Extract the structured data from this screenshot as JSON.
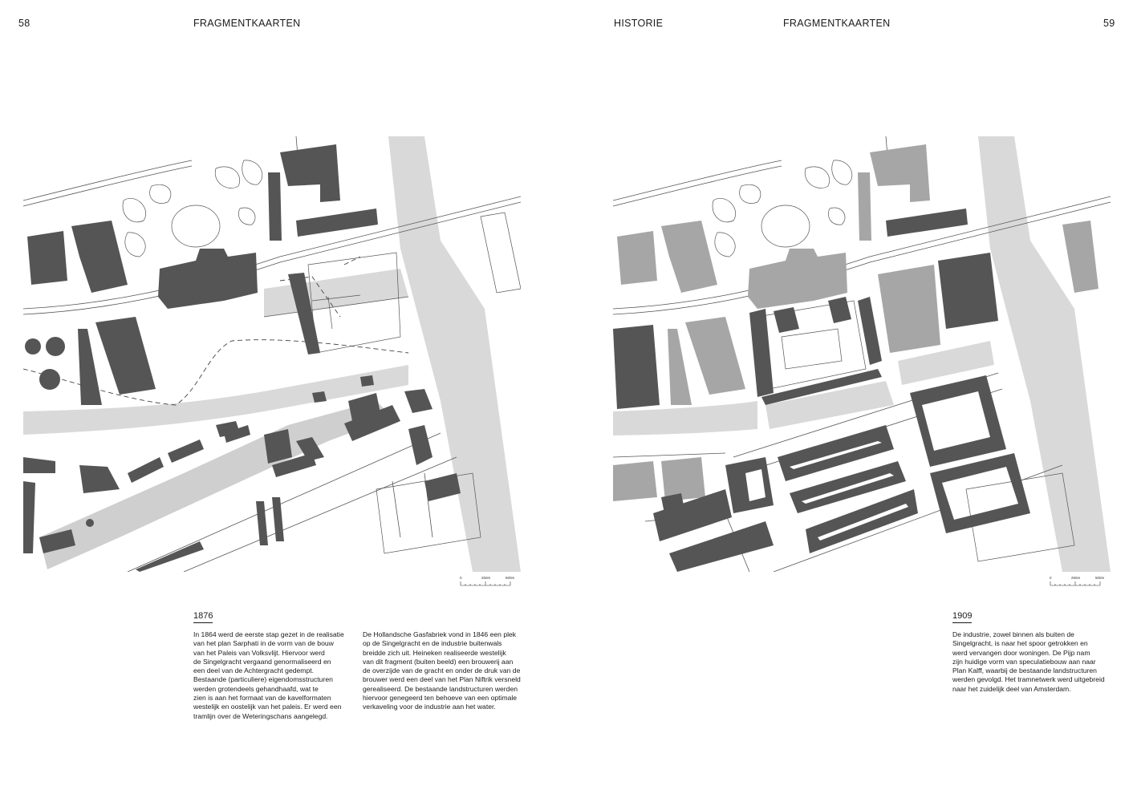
{
  "left_page": {
    "page_number": "58",
    "section_title": "FRAGMENTKAARTEN",
    "scale_bar": {
      "ticks": [
        "0",
        "250m",
        "500m"
      ]
    },
    "year": "1876",
    "text_col_1": [
      "In 1864 werd de eerste stap gezet in de realisatie",
      "van het plan Sarphati in de vorm van de bouw",
      "van het Paleis van Volksvlijt. Hiervoor werd",
      "de Singelgracht vergaand genormaliseerd en",
      "een deel van de Achtergracht gedempt.",
      "Bestaande (particuliere) eigendomsstructuren",
      "werden grotendeels gehandhaafd, wat te",
      "zien is aan het formaat van de kavelformaten",
      "westelijk en oostelijk van het paleis. Er werd een",
      "tramlijn over de Weteringschans aangelegd."
    ],
    "text_col_2": [
      "De Hollandsche Gasfabriek vond in 1846 een plek",
      "op de Singelgracht en de industrie buitenwals",
      "breidde zich uit. Heineken realiseerde westelijk",
      "van dit fragment (buiten beeld) een brouwerij aan",
      "de overzijde van de gracht en onder de druk van de",
      "brouwer werd een deel van het Plan Niftrik versneld",
      "gerealiseerd. De bestaande landstructuren werden",
      "hiervoor genegeerd ten behoeve van een optimale",
      "verkaveling voor de industrie aan het water."
    ]
  },
  "right_page": {
    "chapter_title": "HISTORIE",
    "section_title": "FRAGMENTKAARTEN",
    "page_number": "59",
    "scale_bar": {
      "ticks": [
        "0",
        "250m",
        "500m"
      ]
    },
    "year": "1909",
    "text_col_1": [
      "De industrie, zowel binnen als buiten de",
      "Singelgracht, is naar het spoor getrokken en",
      "werd vervangen door woningen. De Pijp nam",
      "zijn huidige vorm van speculatiebouw aan naar",
      "Plan Kalff, waarbij de bestaande landstructuren",
      "werden gevolgd. Het tramnetwerk werd uitgebreid",
      "naar het zuidelijk deel van Amsterdam."
    ]
  },
  "colors": {
    "water": "#d9d9d9",
    "building_dark": "#555555",
    "building_light": "#a6a6a6",
    "line": "#555555"
  }
}
